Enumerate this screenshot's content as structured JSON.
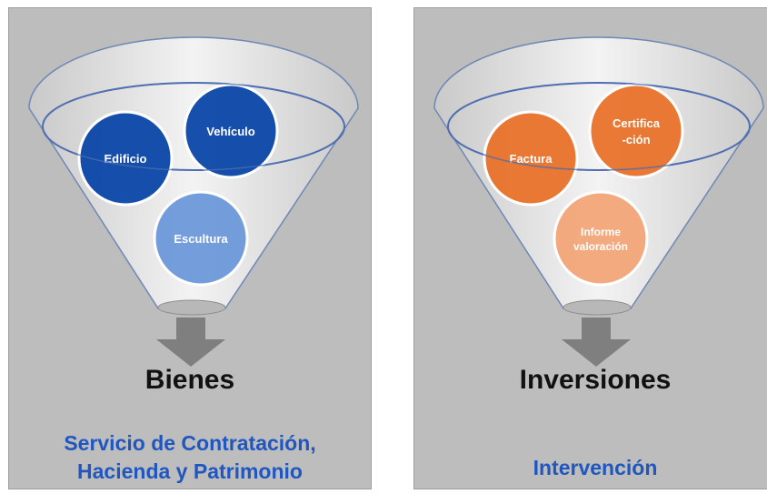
{
  "panels": [
    {
      "title": "Bienes",
      "subtitle_lines": [
        "Servicio de Contratación,",
        "Hacienda y Patrimonio"
      ],
      "subtitle_color": "#1f56c0",
      "circles": [
        {
          "label_lines": [
            "Edificio"
          ],
          "color": "#0b47a8"
        },
        {
          "label_lines": [
            "Vehículo"
          ],
          "color": "#0b47a8"
        },
        {
          "label_lines": [
            "Escultura"
          ],
          "color": "#6d99d9"
        }
      ]
    },
    {
      "title": "Inversiones",
      "subtitle_lines": [
        "Intervención"
      ],
      "subtitle_color": "#1f56c0",
      "circles": [
        {
          "label_lines": [
            "Factura"
          ],
          "color": "#e8722a"
        },
        {
          "label_lines": [
            "Certifica",
            "-ción"
          ],
          "color": "#e8722a"
        },
        {
          "label_lines": [
            "Informe",
            "valoración"
          ],
          "color": "#f2a578"
        }
      ]
    }
  ]
}
